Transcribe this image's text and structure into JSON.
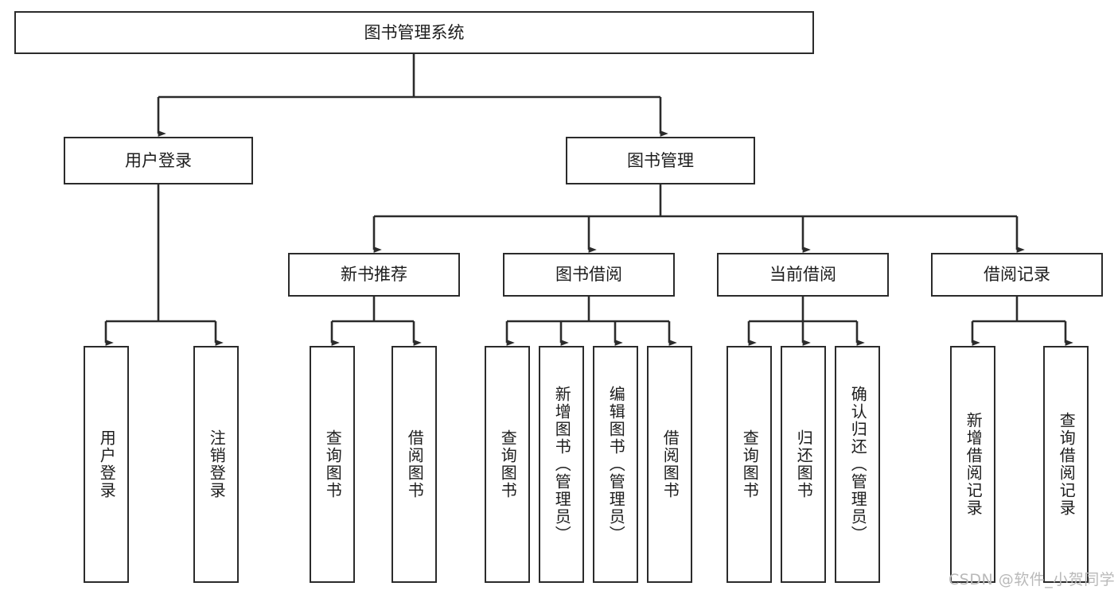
{
  "diagram": {
    "title": "图书管理系统",
    "type": "tree",
    "watermark": "CSDN @软件_小贺同学",
    "levels": [
      {
        "level": 1,
        "nodes": [
          {
            "id": "root",
            "label": "图书管理系统",
            "orientation": "horizontal"
          }
        ]
      },
      {
        "level": 2,
        "nodes": [
          {
            "id": "user-login",
            "label": "用户登录",
            "orientation": "horizontal",
            "parent": "root"
          },
          {
            "id": "book-manage",
            "label": "图书管理",
            "orientation": "horizontal",
            "parent": "root"
          }
        ]
      },
      {
        "level": 3,
        "nodes": [
          {
            "id": "new-book-recommend",
            "label": "新书推荐",
            "orientation": "horizontal",
            "parent": "book-manage"
          },
          {
            "id": "book-borrow",
            "label": "图书借阅",
            "orientation": "horizontal",
            "parent": "book-manage"
          },
          {
            "id": "current-borrow",
            "label": "当前借阅",
            "orientation": "horizontal",
            "parent": "book-manage"
          },
          {
            "id": "borrow-record",
            "label": "借阅记录",
            "orientation": "horizontal",
            "parent": "book-manage"
          }
        ]
      },
      {
        "level": 4,
        "nodes": [
          {
            "id": "leaf-user-login",
            "label": "用户登录",
            "orientation": "vertical",
            "parent": "user-login"
          },
          {
            "id": "leaf-logout-login",
            "label": "注销登录",
            "orientation": "vertical",
            "parent": "user-login"
          },
          {
            "id": "leaf-query-book-1",
            "label": "查询图书",
            "orientation": "vertical",
            "parent": "new-book-recommend"
          },
          {
            "id": "leaf-borrow-book-1",
            "label": "借阅图书",
            "orientation": "vertical",
            "parent": "new-book-recommend"
          },
          {
            "id": "leaf-query-book-2",
            "label": "查询图书",
            "orientation": "vertical",
            "parent": "book-borrow"
          },
          {
            "id": "leaf-add-book",
            "label": "新增图书（管理员）",
            "orientation": "vertical",
            "parent": "book-borrow"
          },
          {
            "id": "leaf-edit-book",
            "label": "编辑图书（管理员）",
            "orientation": "vertical",
            "parent": "book-borrow"
          },
          {
            "id": "leaf-borrow-book-2",
            "label": "借阅图书",
            "orientation": "vertical",
            "parent": "book-borrow"
          },
          {
            "id": "leaf-query-book-3",
            "label": "查询图书",
            "orientation": "vertical",
            "parent": "current-borrow"
          },
          {
            "id": "leaf-return-book",
            "label": "归还图书",
            "orientation": "vertical",
            "parent": "current-borrow"
          },
          {
            "id": "leaf-confirm-return",
            "label": "确认归还（管理员）",
            "orientation": "vertical",
            "parent": "current-borrow"
          },
          {
            "id": "leaf-add-record",
            "label": "新增借阅记录",
            "orientation": "vertical",
            "parent": "borrow-record"
          },
          {
            "id": "leaf-query-record",
            "label": "查询借阅记录",
            "orientation": "vertical",
            "parent": "borrow-record"
          }
        ]
      }
    ]
  }
}
